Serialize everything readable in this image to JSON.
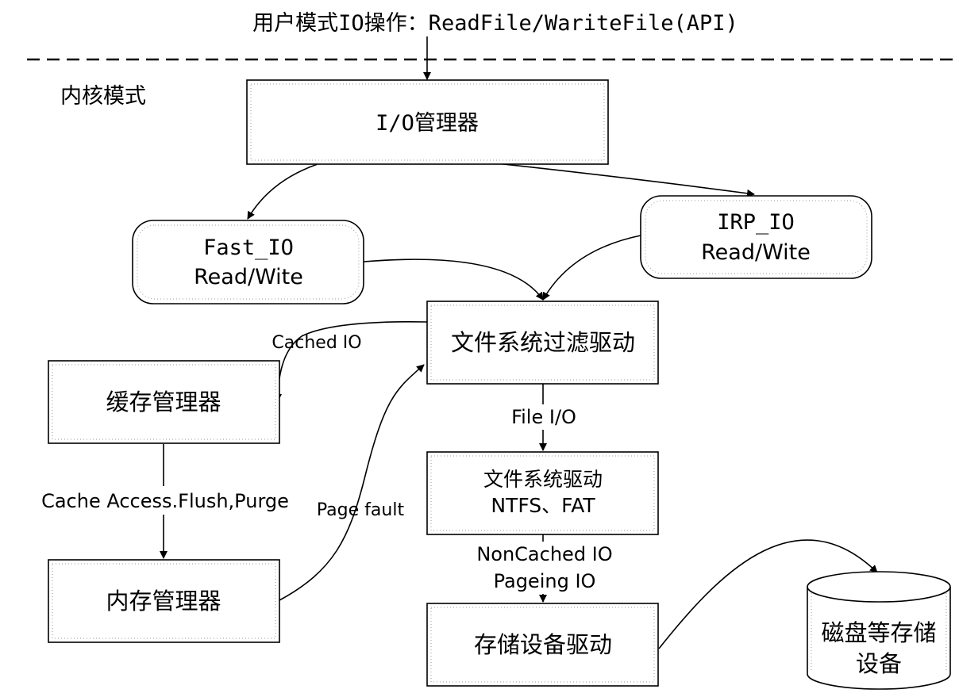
{
  "header": {
    "user_mode_title": "用户模式IO操作：ReadFile/WariteFile(API)",
    "kernel_mode_label": "内核模式"
  },
  "nodes": {
    "io_manager": "I/O管理器",
    "fast_io": {
      "line1": "Fast_IO",
      "line2": "Read/Wite"
    },
    "irp_io": {
      "line1": "IRP_IO",
      "line2": "Read/Wite"
    },
    "fs_filter_driver": "文件系统过滤驱动",
    "cache_manager": "缓存管理器",
    "memory_manager": "内存管理器",
    "fs_driver": {
      "line1": "文件系统驱动",
      "line2": "NTFS、FAT"
    },
    "storage_driver": "存储设备驱动",
    "disk": {
      "line1": "磁盘等存储",
      "line2": "设备"
    }
  },
  "edge_labels": {
    "cached_io": "Cached IO",
    "cache_access": "Cache Access.Flush,Purge",
    "page_fault": "Page fault",
    "file_io": "File I/O",
    "noncached_io": "NonCached IO",
    "pageing_io": "Pageing IO"
  }
}
